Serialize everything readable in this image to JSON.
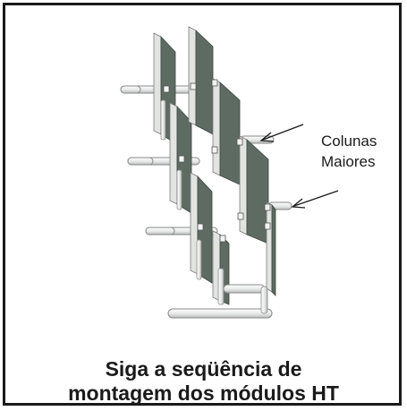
{
  "figure": {
    "callout_label_line1": "Colunas",
    "callout_label_line2": "Maiores",
    "caption_line1": "Siga a seqüência de",
    "caption_line2": "montagem dos módulos HT"
  },
  "colors": {
    "panel_fill": "#5d6b63",
    "panel_edge": "#d9dcd9",
    "tube_fill": "#e9eaea",
    "tube_stroke": "#8a8a8a",
    "frame": "#1a1a1a"
  }
}
